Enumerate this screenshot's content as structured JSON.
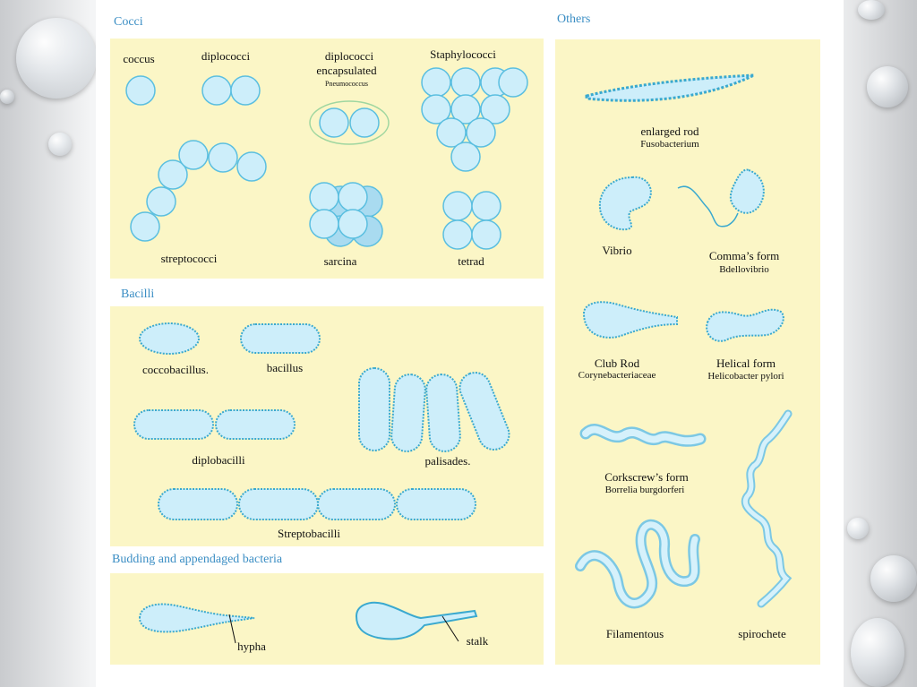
{
  "sections": {
    "cocci": "Cocci",
    "bacilli": "Bacilli",
    "budding": "Budding and appendaged bacteria",
    "others": "Others"
  },
  "cocci": {
    "coccus": "coccus",
    "diplococci": "diplococci",
    "diplococci_enc": "diplococci",
    "encapsulated": "encapsulated",
    "pneumococcus": "Pneumococcus",
    "staphylococci": "Staphylococci",
    "streptococci": "streptococci",
    "sarcina": "sarcina",
    "tetrad": "tetrad"
  },
  "bacilli": {
    "coccobacillus": "coccobacillus.",
    "bacillus": "bacillus",
    "diplobacilli": "diplobacilli",
    "palisades": "palisades.",
    "streptobacilli": "Streptobacilli"
  },
  "budding": {
    "hypha": "hypha",
    "stalk": "stalk"
  },
  "others": {
    "enlarged_rod": "enlarged rod",
    "fusobacterium": "Fusobacterium",
    "vibrio": "Vibrio",
    "comma": "Comma’s form",
    "bdellovibrio": "Bdellovibrio",
    "club_rod": "Club Rod",
    "corynebacteriaceae": "Corynebacteriaceae",
    "helical": "Helical form",
    "helicobacter": "Helicobacter pylori",
    "corkscrew": "Corkscrew’s form",
    "borrelia": "Borrelia burgdorferi",
    "filamentous": "Filamentous",
    "spirochete": "spirochete"
  },
  "colors": {
    "panel": "#fbf6c6",
    "cell_fill": "#cdeefa",
    "cell_stroke": "#5bbfe0",
    "title": "#3b8ec4"
  }
}
